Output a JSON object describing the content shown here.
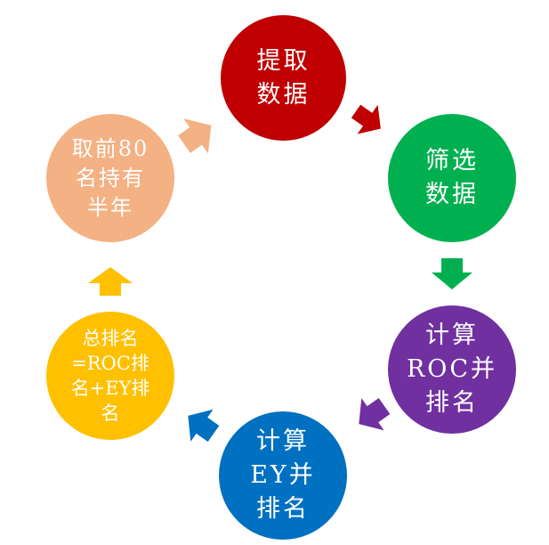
{
  "diagram": {
    "type": "cycle",
    "nodes": [
      {
        "id": "extract",
        "label_lines": [
          "提取",
          "数据"
        ],
        "color": "#C00000"
      },
      {
        "id": "filter",
        "label_lines": [
          "筛选",
          "数据"
        ],
        "color": "#00B050"
      },
      {
        "id": "roc",
        "label_lines": [
          "计算",
          "ROC并",
          "排名"
        ],
        "color": "#7030A0"
      },
      {
        "id": "ey",
        "label_lines": [
          "计算",
          "EY并",
          "排名"
        ],
        "color": "#0070C0"
      },
      {
        "id": "total",
        "label_lines": [
          "总排名",
          "=ROC排",
          "名+EY排",
          "名"
        ],
        "color": "#FFC000"
      },
      {
        "id": "hold",
        "label_lines": [
          "取前80",
          "名持有",
          "半年"
        ],
        "color": "#F4B183"
      }
    ],
    "edges": [
      {
        "from": "extract",
        "to": "filter",
        "color": "#C00000"
      },
      {
        "from": "filter",
        "to": "roc",
        "color": "#00B050"
      },
      {
        "from": "roc",
        "to": "ey",
        "color": "#7030A0"
      },
      {
        "from": "ey",
        "to": "total",
        "color": "#0070C0"
      },
      {
        "from": "total",
        "to": "hold",
        "color": "#FFC000"
      },
      {
        "from": "hold",
        "to": "extract",
        "color": "#F4B183"
      }
    ],
    "background": "#FFFFFF",
    "text_color": "#FFFFFF"
  }
}
